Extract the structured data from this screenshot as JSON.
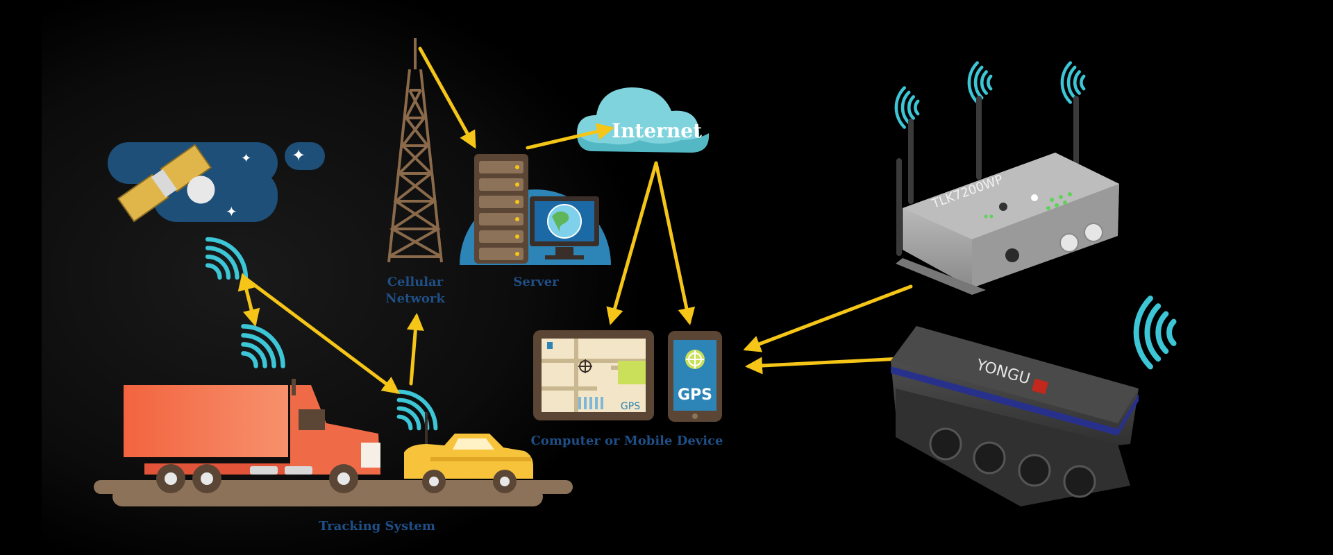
{
  "labels": {
    "internet": "Internet",
    "cellular_line1": "Cellular",
    "cellular_line2": "Network",
    "server": "Server",
    "devices": "Computer or Mobile Device",
    "tracking": "Tracking System",
    "tablet_gps": "GPS",
    "phone_gps": "GPS"
  },
  "products": {
    "router_model": "TLK7200WP",
    "box_brand": "YONGU"
  },
  "colors": {
    "background": "#000000",
    "arrow": "#f5c518",
    "label_text": "#1f4f86",
    "wifi_signal": "#3cc6d6",
    "cloud": "#6cc9d3",
    "truck": "#ef6b48",
    "car": "#f6c33b"
  }
}
